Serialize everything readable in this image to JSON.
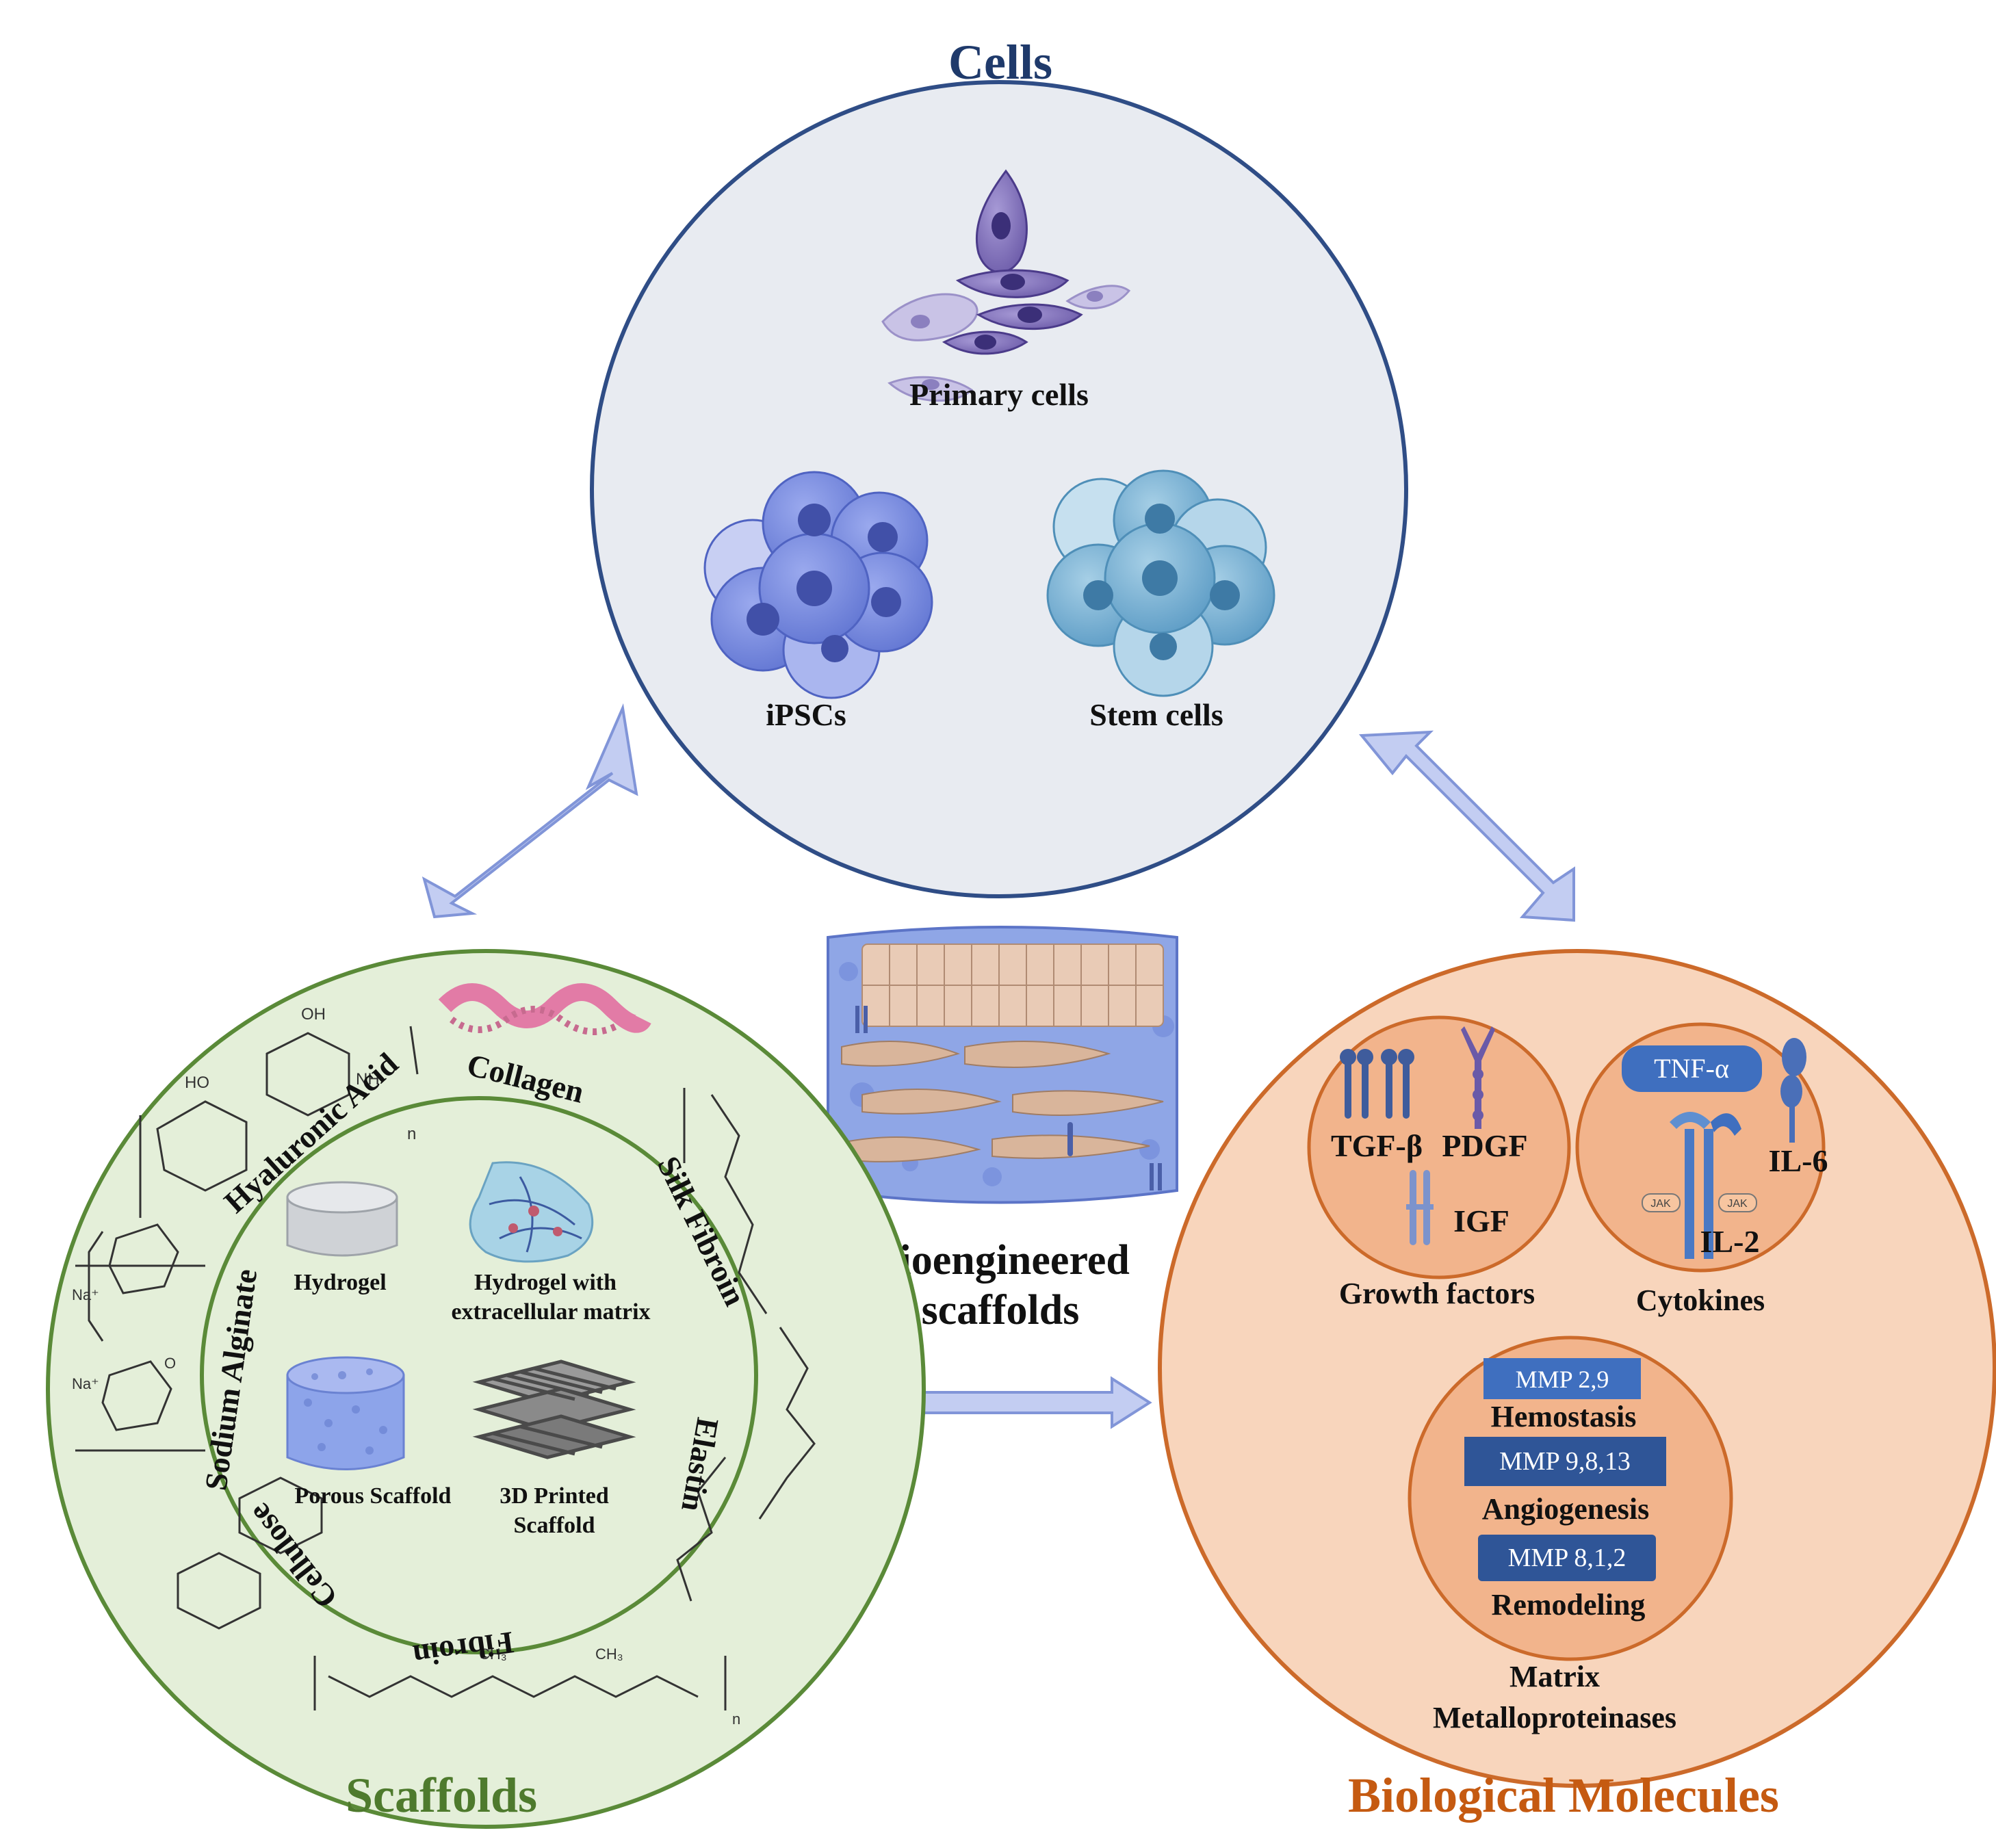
{
  "titles": {
    "cells": "Cells",
    "scaffolds": "Scaffolds",
    "biological_molecules": "Biological Molecules",
    "center_line1": "Bioengineered",
    "center_line2": "scaffolds"
  },
  "colors": {
    "cells_title": "#1f3a6b",
    "scaffolds_title": "#4e7a2d",
    "biomol_title": "#c55a11",
    "cells_fill": "#e8ebf1",
    "cells_stroke": "#2f4d86",
    "scaffold_fill": "#e4efd9",
    "scaffold_stroke": "#5a8a38",
    "biomol_fill": "#f8d5bc",
    "biomol_inner": "#f2b48c",
    "biomol_stroke": "#cc6a2a",
    "arrow_fill": "#c3cdf2",
    "arrow_stroke": "#8195d8",
    "mmp_box": "#2f5597",
    "tnf_box": "#3f6fbf"
  },
  "cells": {
    "primary": "Primary cells",
    "ipscs": "iPSCs",
    "stem": "Stem cells"
  },
  "scaffolds": {
    "outer_ring": [
      "Hyaluronic Acid",
      "Collagen",
      "Silk Fibroin",
      "Elastin",
      "Fibroin",
      "Cellulose",
      "Sodium Alginate"
    ],
    "hydrogel": "Hydrogel",
    "hydrogel_ecm_1": "Hydrogel with",
    "hydrogel_ecm_2": "extracellular  matrix",
    "porous": "Porous  Scaffold",
    "printed_1": "3D Printed",
    "printed_2": "Scaffold",
    "chem_labels": [
      "OH",
      "HO",
      "NH",
      "O",
      "n",
      "Na⁺",
      "CH₃"
    ]
  },
  "biomolecules": {
    "growth_factors": "Growth factors",
    "tgf": "TGF-β",
    "pdgf": "PDGF",
    "igf": "IGF",
    "cytokines": "Cytokines",
    "tnf": "TNF-α",
    "il6": "IL-6",
    "il2": "IL-2",
    "jak": "JAK",
    "mmp1": "MMP 2,9",
    "hemostasis": "Hemostasis",
    "mmp2": "MMP 9,8,13",
    "angiogenesis": "Angiogenesis",
    "mmp3": "MMP 8,1,2",
    "remodeling": "Remodeling",
    "mmp_title_1": "Matrix",
    "mmp_title_2": "Metalloproteinases"
  }
}
